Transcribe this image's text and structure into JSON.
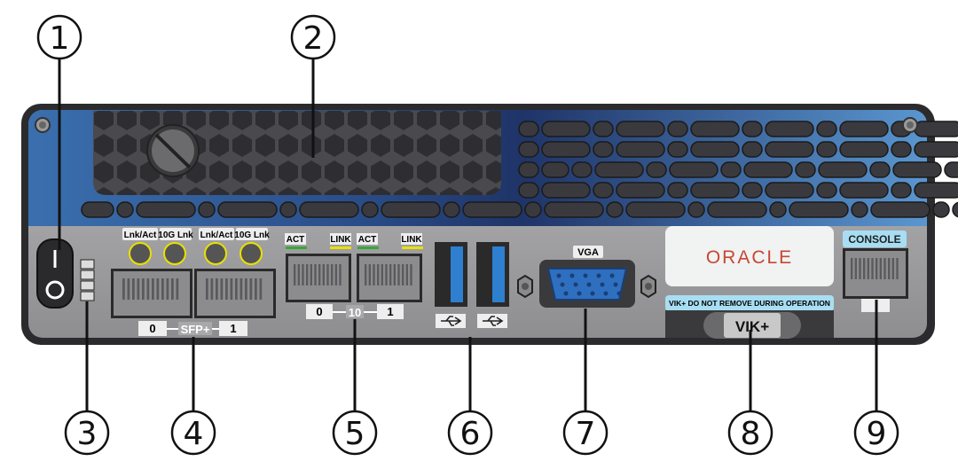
{
  "callouts": [
    "1",
    "2",
    "3",
    "4",
    "5",
    "6",
    "7",
    "8",
    "9"
  ],
  "sfp": {
    "led_labels": [
      "Lnk/Act",
      "10G Lnk",
      "Lnk/Act",
      "10G Lnk"
    ],
    "port_labels": [
      "0",
      "1"
    ],
    "group_label": "SFP+"
  },
  "net10": {
    "led_labels": [
      "ACT",
      "LINK",
      "ACT",
      "LINK"
    ],
    "port_labels": [
      "0",
      "1"
    ],
    "group_label": "10"
  },
  "vga_label": "VGA",
  "brand": "ORACLE",
  "vik": {
    "warning": "VIK+  DO NOT REMOVE DURING OPERATION",
    "button": "VIK+"
  },
  "console_label": "CONSOLE",
  "colors": {
    "blue_panel": "#3f74b3",
    "gray_panel": "#a8a8aa",
    "led_yellow": "#e8e000",
    "led_green": "#3aa63a",
    "usb_blue": "#2e7fd0",
    "vga_blue": "#2f6fc0",
    "oracle_red": "#c74634",
    "label_blue": "#a8def3"
  }
}
